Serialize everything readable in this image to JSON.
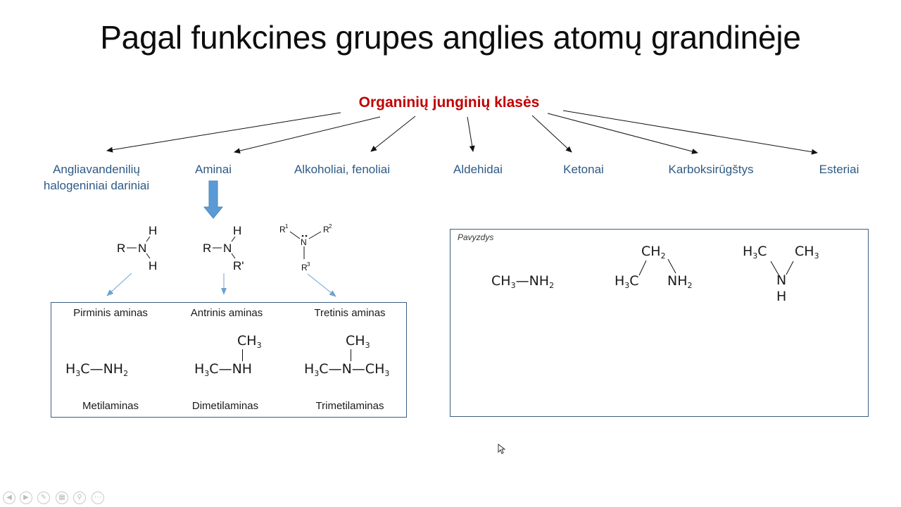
{
  "title": "Pagal funkcines grupes anglies atomų grandinėje",
  "root": "Organinių junginių klasės",
  "categories": [
    "Angliavandenilių halogeniniai dariniai",
    "Aminai",
    "Alkoholiai, fenoliai",
    "Aldehidai",
    "Ketonai",
    "Karboksirūgštys",
    "Esteriai"
  ],
  "generic": {
    "R": "R",
    "N": "N",
    "H": "H",
    "R_prime": "R'",
    "R1": "R",
    "R2": "R",
    "R3": "R",
    "sup1": "1",
    "sup2": "2",
    "sup3": "3"
  },
  "amine_box": {
    "types": [
      "Pirminis aminas",
      "Antrinis aminas",
      "Tretinis aminas"
    ],
    "names": [
      "Metilaminas",
      "Dimetilaminas",
      "Trimetilaminas"
    ]
  },
  "example_box": {
    "label": "Pavyzdys"
  },
  "chem": {
    "C": "C",
    "N": "N",
    "H": "H",
    "CH": "CH",
    "NH": "NH",
    "three": "3",
    "two": "2",
    "dash": "—"
  },
  "colors": {
    "title": "#0d0d0d",
    "root": "#c00000",
    "category": "#2e5a86",
    "box_border": "#3d5e84",
    "big_arrow": "#5b9bd5",
    "small_arrow": "#6fa3cf"
  },
  "controls": [
    "prev-icon",
    "next-icon",
    "pen-icon",
    "slides-icon",
    "zoom-icon",
    "more-icon"
  ]
}
